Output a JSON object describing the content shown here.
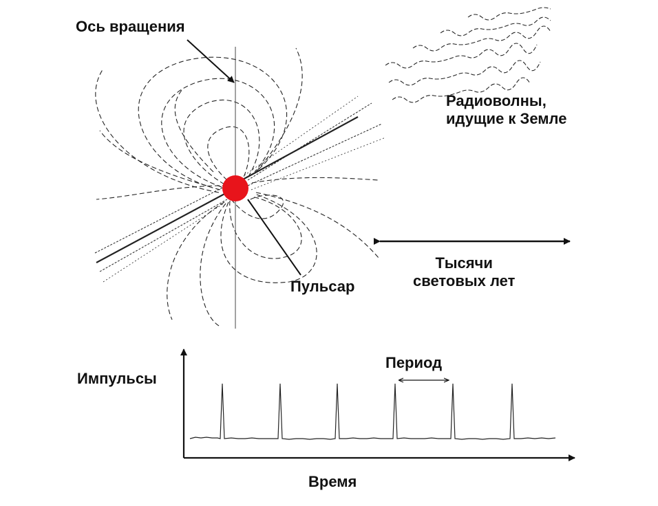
{
  "labels": {
    "rotation_axis": "Ось вращения",
    "radio_waves_line1": "Радиоволны,",
    "radio_waves_line2": "идущие к Земле",
    "pulsar": "Пульсар",
    "distance_line1": "Тысячи",
    "distance_line2": "световых лет",
    "impulses": "Импульсы",
    "period": "Период",
    "time": "Время"
  },
  "colors": {
    "pulsar": "#e8141b",
    "lines": "#111111"
  },
  "pulse_count": 6
}
